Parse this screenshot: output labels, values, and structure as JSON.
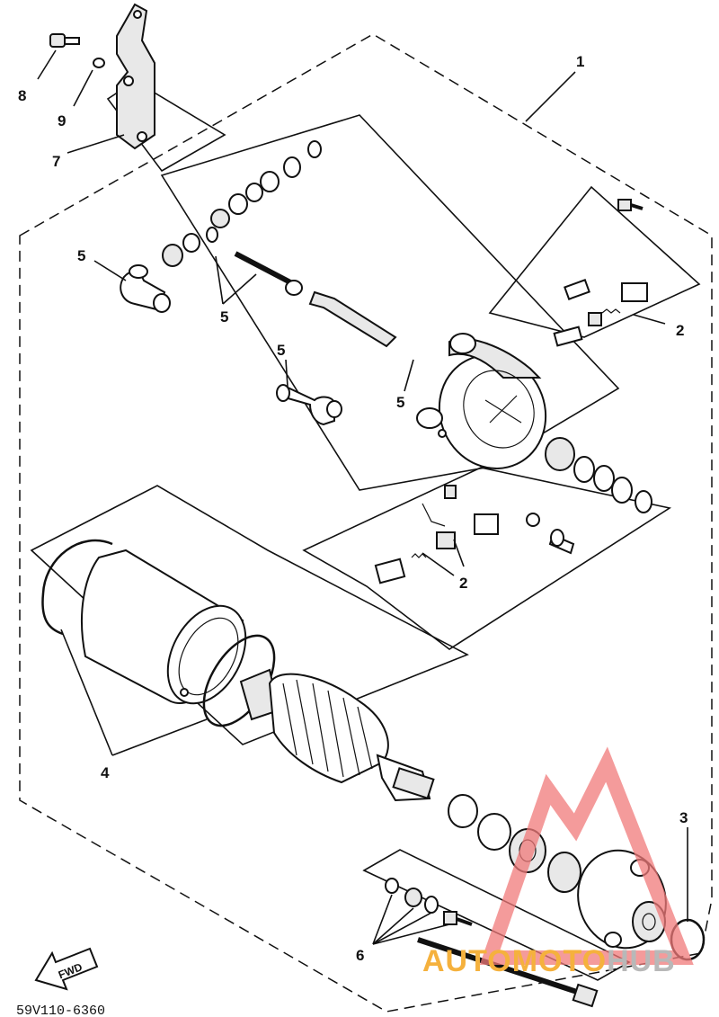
{
  "callouts": {
    "c1": "1",
    "c2a": "2",
    "c2b": "2",
    "c3": "3",
    "c4": "4",
    "c5a": "5",
    "c5b": "5",
    "c5c": "5",
    "c5d": "5",
    "c6": "6",
    "c7": "7",
    "c8": "8",
    "c9": "9"
  },
  "fwd_label": "FWD",
  "diagram_code": "59V110-6360",
  "watermark": {
    "text_orange": "AUTOMOTO",
    "text_gray": "HUB",
    "color_orange": "#f5b13d",
    "color_gray": "#b8b8b8",
    "color_logo": "#f07a7a"
  }
}
